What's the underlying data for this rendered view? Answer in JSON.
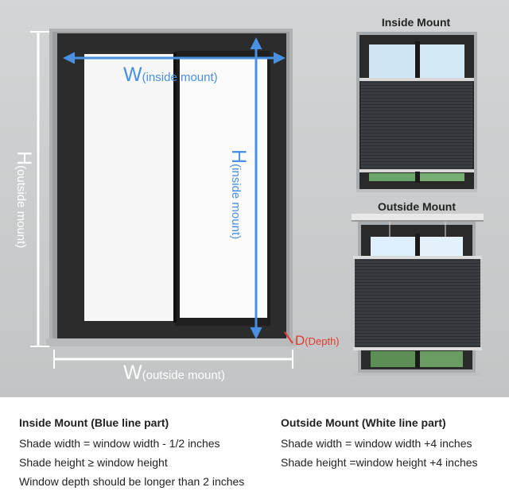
{
  "diagram": {
    "main_labels": {
      "w_inside": "W",
      "w_inside_sub": "(inside mount)",
      "h_inside": "H",
      "h_inside_sub": "(inside mount)",
      "h_outside": "H",
      "h_outside_sub": "(outside mount)",
      "w_outside": "W",
      "w_outside_sub": "(outside mount)",
      "depth": "D",
      "depth_sub": "(Depth)"
    },
    "thumbnails": {
      "inside_title": "Inside Mount",
      "outside_title": "Outside Mount"
    },
    "colors": {
      "wall": "#c9cbcc",
      "frame": "#2c2c2c",
      "blue_line": "#4a90e2",
      "white_line": "#ffffff",
      "depth_red": "#e03b2e",
      "shade": "#3a3d42"
    }
  },
  "notes": {
    "inside": {
      "title": "Inside Mount (Blue line part)",
      "lines": [
        "Shade width = window width - 1/2 inches",
        "Shade height ≥ window height",
        "Window depth should be longer than 2 inches"
      ]
    },
    "outside": {
      "title": "Outside Mount (White line part)",
      "lines": [
        "Shade width = window width +4 inches",
        "Shade height =window height +4 inches"
      ]
    }
  }
}
